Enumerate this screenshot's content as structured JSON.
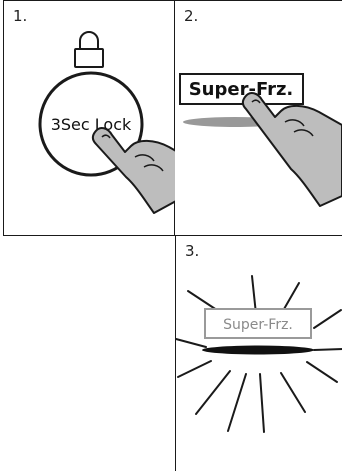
{
  "steps": [
    {
      "number": "1.",
      "label": "3Sec Lock"
    },
    {
      "number": "2.",
      "label": "Super-Frz."
    },
    {
      "number": "3.",
      "label": "Super-Frz."
    }
  ],
  "colors": {
    "line": "#1a1a1a",
    "hand_fill": "#bdbdbd",
    "shadow": "#999999",
    "dim_text": "#8a8a8a"
  },
  "icons": [
    "padlock-icon",
    "finger-press-icon",
    "burst-lines-icon"
  ]
}
